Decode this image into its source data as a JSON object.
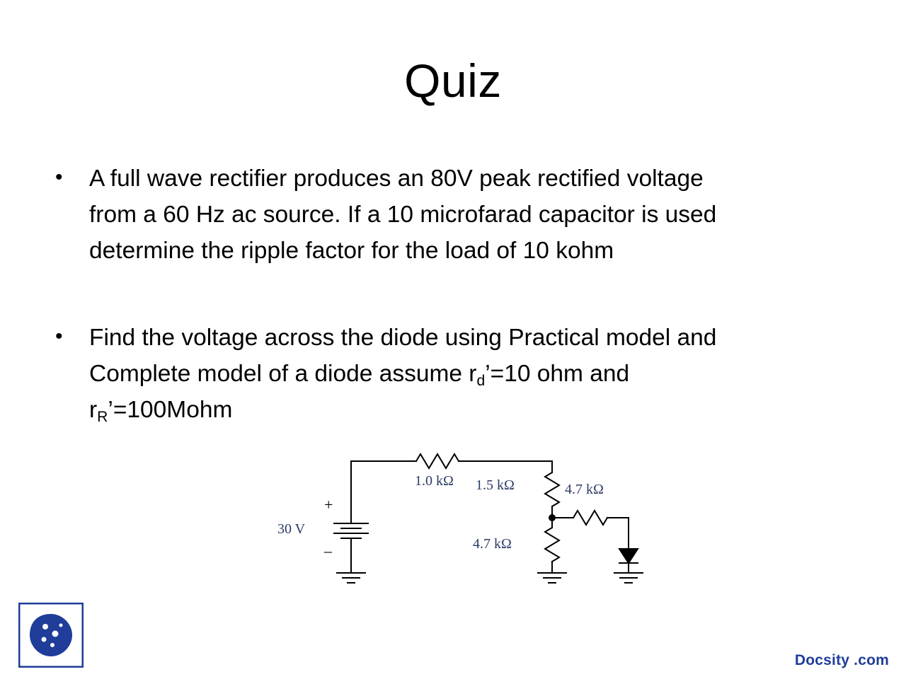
{
  "slide": {
    "title": "Quiz",
    "bullets": [
      {
        "marker": "•",
        "line1": "A full wave rectifier produces an 80V peak rectified voltage",
        "line2": "from a 60 Hz ac source. If a 10 microfarad capacitor is used",
        "line3": "determine the ripple factor for the load of 10 kohm"
      },
      {
        "marker": "•",
        "line1": "Find the voltage across the diode using Practical model and",
        "line2_a": "Complete model of a diode assume r",
        "line2_sub": "d",
        "line2_b": "’=10 ohm and",
        "line3_a": "r",
        "line3_sub": "R",
        "line3_b": "’=100Mohm"
      }
    ],
    "circuit": {
      "labels": {
        "source": "30 V",
        "plus": "+",
        "minus": "–",
        "r1": "1.0 kΩ",
        "r2": "1.5 kΩ",
        "r3": "4.7 kΩ",
        "r4": "4.7 kΩ"
      },
      "label_color": "#2d3b66"
    },
    "footer": "Docsity .com",
    "logo_name": "docsity-logo",
    "accent_color": "#1f3d99"
  }
}
